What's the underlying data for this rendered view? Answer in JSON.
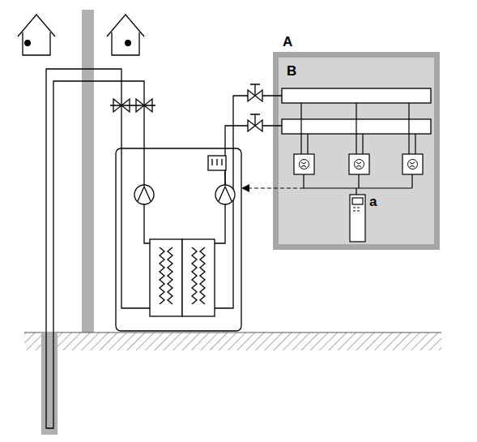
{
  "diagram": {
    "nodes": [
      {
        "text": [
          "A"
        ]
      },
      {
        "text": [
          "B"
        ],
        "in": 0
      }
    ],
    "labels": [
      "a"
    ]
  }
}
